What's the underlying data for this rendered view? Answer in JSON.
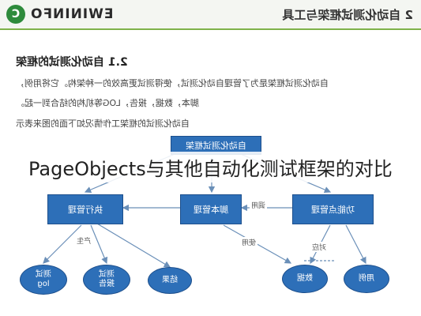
{
  "header": {
    "logo_text": "EWININFO",
    "logo_mark": "C",
    "title": "2 自动化测试框架与工具"
  },
  "section": {
    "title": "2.1 自动化测试的框架",
    "lines": [
      "自动化测试框架是为了管理自动化测试，使得测试更高效的一种架构。它将用例，",
      "脚本，数据，报告，LOG等机构的结合到一起。",
      "自动化测试的框架工作情况如下面的图来表示"
    ]
  },
  "diagram": {
    "top_box": "自动化测试框架",
    "nodes": {
      "exec": "执行管理",
      "script": "脚本管理",
      "func": "功能点管理"
    },
    "leaves": {
      "test_log": [
        "测试",
        "log"
      ],
      "test_report": [
        "测试",
        "报告"
      ],
      "result": "结果",
      "data": "数据",
      "case": "用例"
    },
    "edge_labels": {
      "call": "调用",
      "produce": "产生",
      "use": "使用",
      "correspond": "对应"
    }
  },
  "overlay": {
    "caption": "PageObjects与其他自动化测试框架的对比"
  }
}
